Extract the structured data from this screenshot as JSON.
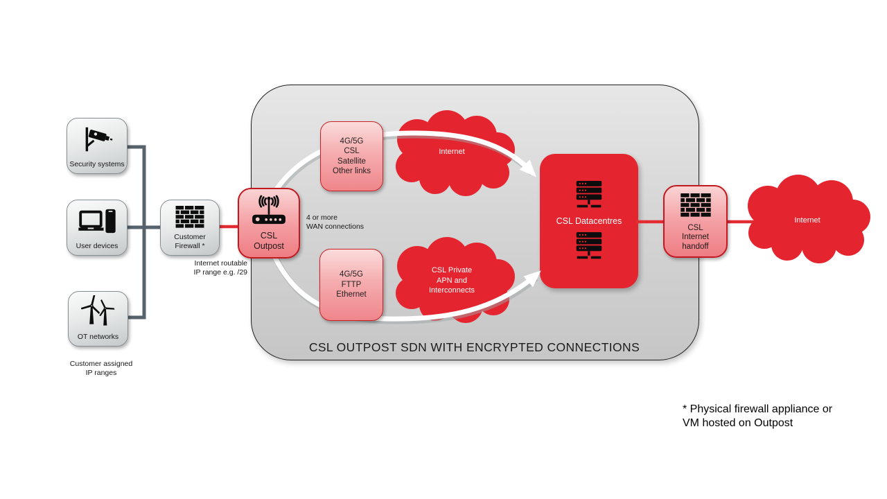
{
  "container": {
    "caption": "CSL OUTPOST SDN WITH ENCRYPTED CONNECTIONS"
  },
  "nodes": {
    "security_systems": {
      "label": "Security systems",
      "icon": "cctv-camera-icon"
    },
    "user_devices": {
      "label": "User devices",
      "icon": "laptop-phone-icon"
    },
    "ot_networks": {
      "label": "OT networks",
      "icon": "wind-turbines-icon"
    },
    "customer_firewall": {
      "line1": "Customer",
      "line2": "Firewall *",
      "icon": "firewall-bricks-icon"
    },
    "csl_outpost": {
      "line1": "CSL",
      "line2": "Outpost",
      "icon": "wifi-router-icon"
    },
    "wan_links_top": {
      "line1": "4G/5G",
      "line2": "CSL",
      "line3": "Satellite",
      "line4": "Other links"
    },
    "wan_links_bottom": {
      "line1": "4G/5G",
      "line2": "FTTP",
      "line3": "Ethernet"
    },
    "internet_cloud_top": {
      "label": "Internet"
    },
    "private_cloud": {
      "line1": "CSL Private",
      "line2": "APN and",
      "line3": "Interconnects"
    },
    "csl_datacentres": {
      "label": "CSL Datacentres",
      "icon": "server-rack-icon"
    },
    "internet_handoff": {
      "line1": "CSL",
      "line2": "Internet",
      "line3": "handoff",
      "icon": "firewall-bricks-icon"
    },
    "internet_cloud_right": {
      "label": "Internet"
    }
  },
  "annotations": {
    "customer_ip_line1": "Customer assigned",
    "customer_ip_line2": "IP ranges",
    "internet_routable_line1": "Internet routable",
    "internet_routable_line2": "IP range e.g. /29",
    "wan_connections_line1": "4 or more",
    "wan_connections_line2": "WAN connections",
    "footnote_line1": "* Physical firewall appliance or",
    "footnote_line2": "VM hosted on Outpost"
  },
  "colors": {
    "brand_red": "#e4242e",
    "red_border": "#c92027",
    "pink_top": "#fbdcdc",
    "pink_bottom": "#ef868b",
    "connector_gray": "#57636c",
    "container_gray": "#d6d6d6"
  }
}
